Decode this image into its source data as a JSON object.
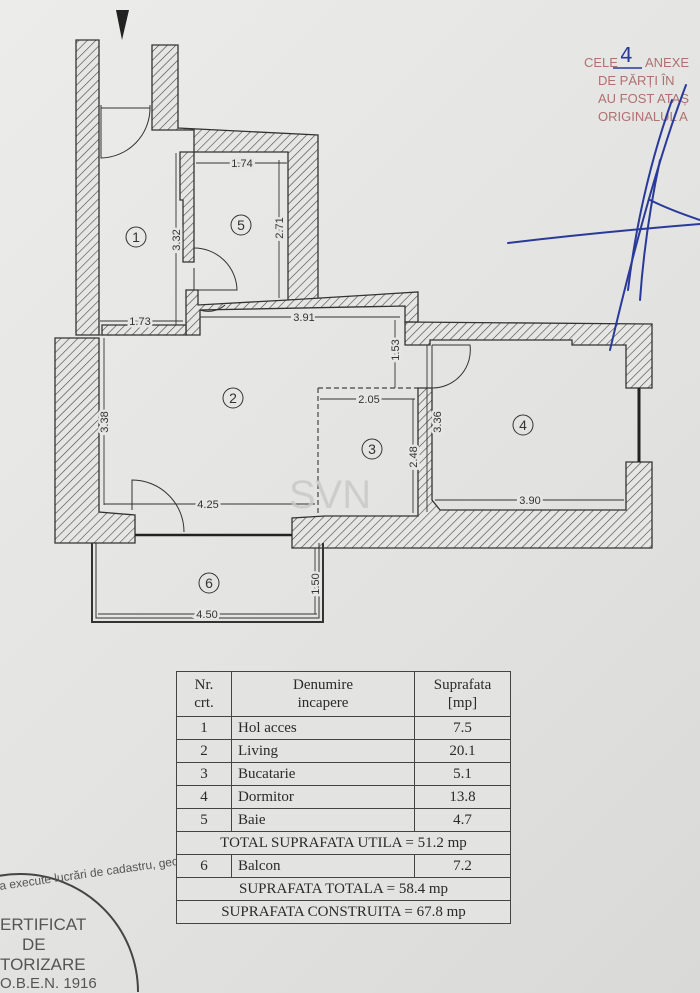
{
  "plan": {
    "rooms": [
      "1",
      "2",
      "3",
      "4",
      "5",
      "6"
    ],
    "dimensions": {
      "d1": "1.74",
      "d2": "3.32",
      "d3": "2.71",
      "d4": "1.73",
      "d5": "3.91",
      "d6": "1.53",
      "d7": "3.38",
      "d8": "2.05",
      "d9": "2.48",
      "d10": "3.36",
      "d11": "4.25",
      "d12": "3.90",
      "d13": "1.50",
      "d14": "4.50"
    },
    "watermark": "SVN"
  },
  "stamp_top": {
    "line1_a": "CELE",
    "handwritten_count": "4",
    "line1_b": "ANEXE",
    "line2": "DE PĂRȚI ÎN",
    "line3": "AU FOST ATAȘ",
    "line4": "ORIGINALUL A"
  },
  "stamp_bottom": {
    "arc": "a execute lucrări de cadastru, geode",
    "line1": "ERTIFICAT",
    "line2": "DE",
    "line3": "TORIZARE",
    "line4": "O.B.E.N. 1916"
  },
  "table": {
    "headers": {
      "nr": "Nr.",
      "nr2": "crt.",
      "name": "Denumire",
      "name2": "incapere",
      "area": "Suprafata",
      "area2": "[mp]"
    },
    "rows": [
      {
        "nr": "1",
        "name": "Hol acces",
        "area": "7.5"
      },
      {
        "nr": "2",
        "name": "Living",
        "area": "20.1"
      },
      {
        "nr": "3",
        "name": "Bucatarie",
        "area": "5.1"
      },
      {
        "nr": "4",
        "name": "Dormitor",
        "area": "13.8"
      },
      {
        "nr": "5",
        "name": "Baie",
        "area": "4.7"
      }
    ],
    "total_utila": "TOTAL SUPRAFATA UTILA = 51.2 mp",
    "balcony": {
      "nr": "6",
      "name": "Balcon",
      "area": "7.2"
    },
    "total": "SUPRAFATA TOTALA = 58.4 mp",
    "built": "SUPRAFATA CONSTRUITA = 67.8 mp"
  },
  "colors": {
    "stamp_pink": "#b07070",
    "pen_blue": "#2a3a9a",
    "ink": "#333333"
  }
}
